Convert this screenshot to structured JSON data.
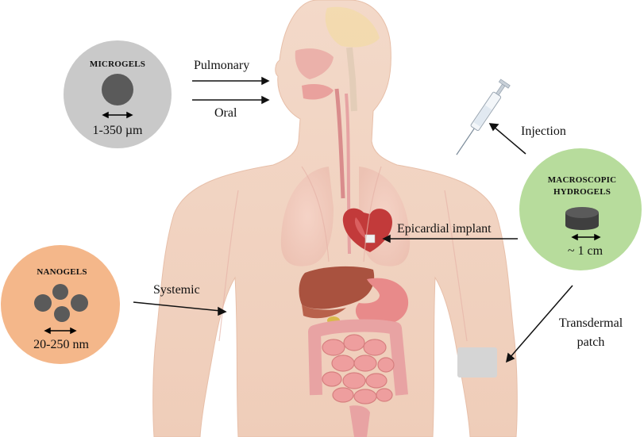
{
  "microgels": {
    "title": "MICROGELS",
    "size": "1-350 µm",
    "color": "#c9c9c9"
  },
  "nanogels": {
    "title": "NANOGELS",
    "size": "20-250 nm",
    "color": "#f4b78a"
  },
  "macroscopic": {
    "title_line1": "MACROSCOPIC",
    "title_line2": "HYDROGELS",
    "size": "~ 1 cm",
    "color": "#b7dc9c"
  },
  "routes": {
    "pulmonary": "Pulmonary",
    "oral": "Oral",
    "injection": "Injection",
    "epicardial": "Epicardial implant",
    "systemic": "Systemic",
    "transdermal_line1": "Transdermal",
    "transdermal_line2": "patch"
  }
}
